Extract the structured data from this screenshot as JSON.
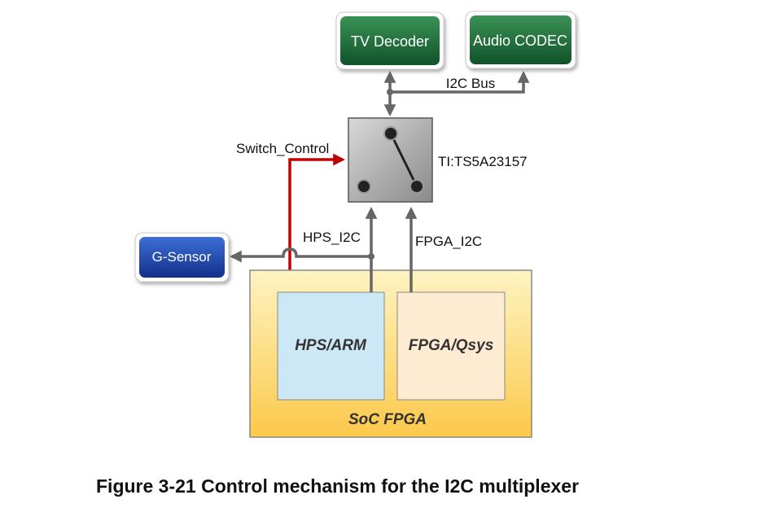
{
  "diagram": {
    "tv_decoder": "TV Decoder",
    "audio_codec": "Audio CODEC",
    "i2c_bus": "I2C Bus",
    "switch_control": "Switch_Control",
    "switch_chip": "TI:TS5A23157",
    "hps_i2c": "HPS_I2C",
    "fpga_i2c": "FPGA_I2C",
    "g_sensor": "G-Sensor",
    "hps_arm": "HPS/ARM",
    "fpga_qsys": "FPGA/Qsys",
    "soc_fpga": "SoC FPGA"
  },
  "caption": "Figure 3-21 Control mechanism for the I2C multiplexer",
  "colors": {
    "green_box": "#1e6b34",
    "blue_box": "#1e46a8",
    "connector": "#666666",
    "control_line": "#c00000",
    "soc_fill": "#fde79a",
    "hps_fill": "#cce8f6",
    "fpga_fill": "#fdebd2"
  }
}
